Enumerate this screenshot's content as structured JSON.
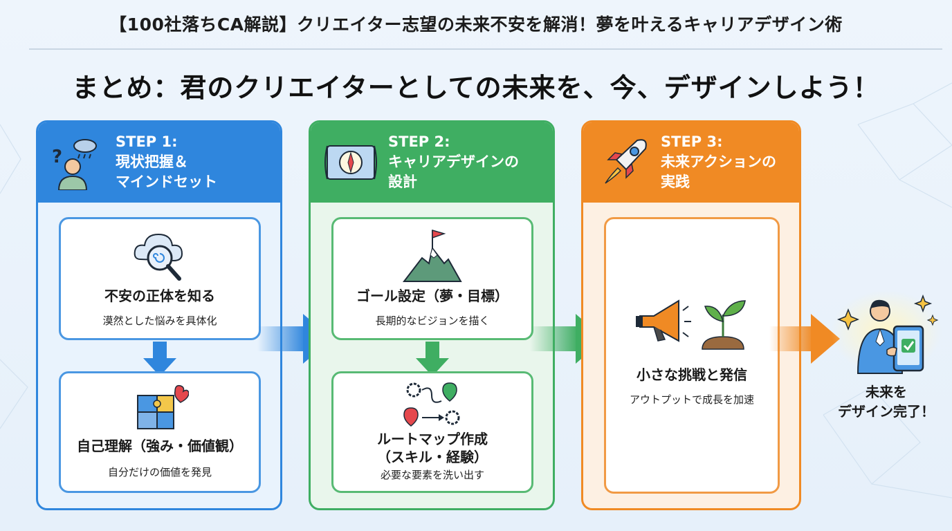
{
  "header": {
    "title": "【100社落ちCA解説】クリエイター志望の未来不安を解消！夢を叶えるキャリアデザイン術",
    "headline": "まとめ：君のクリエイターとしての未来を、今、デザインしよう！"
  },
  "steps": [
    {
      "step_label": "STEP 1:",
      "title_line1": "現状把握＆",
      "title_line2": "マインドセット",
      "color": "#2f86dd",
      "icon": "worried-person-icon",
      "cards": [
        {
          "title": "不安の正体を知る",
          "subtitle": "漠然とした悩みを具体化",
          "icon": "magnifier-cloud-icon"
        },
        {
          "title": "自己理解（強み・価値観）",
          "subtitle": "自分だけの価値を発見",
          "icon": "puzzle-heart-icon"
        }
      ]
    },
    {
      "step_label": "STEP 2:",
      "title_line1": "キャリアデザインの",
      "title_line2": "設計",
      "color": "#3fae62",
      "icon": "compass-map-icon",
      "cards": [
        {
          "title": "ゴール設定（夢・目標）",
          "subtitle": "長期的なビジョンを描く",
          "icon": "mountain-flag-icon"
        },
        {
          "title_line1": "ルートマップ作成",
          "title_line2": "（スキル・経験）",
          "subtitle": "必要な要素を洗い出す",
          "icon": "route-gears-icon"
        }
      ]
    },
    {
      "step_label": "STEP 3:",
      "title_line1": "未来アクションの",
      "title_line2": "実践",
      "color": "#f08a24",
      "icon": "rocket-icon",
      "cards": [
        {
          "title": "小さな挑戦と発信",
          "subtitle": "アウトプットで成長を加速",
          "icon": "megaphone-sprout-icon"
        }
      ]
    }
  ],
  "final": {
    "line1": "未来を",
    "line2": "デザイン完了！",
    "icon": "person-tablet-check-icon"
  }
}
